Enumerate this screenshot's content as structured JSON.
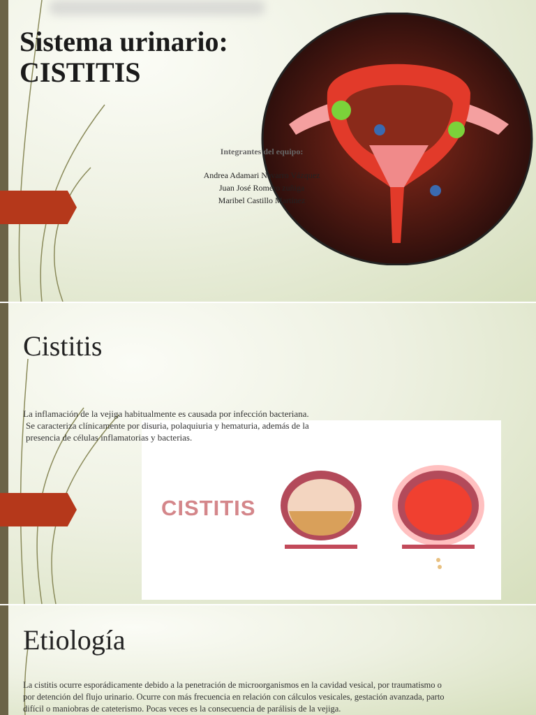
{
  "slide1": {
    "title_line1": "Sistema urinario:",
    "title_line2": "CISTITIS",
    "team_heading": "Integrantes del equipo:",
    "members": [
      "Andrea Adamari Navarro Vázquez",
      "Juan José Romero zuñiga",
      "Maribel Castillo Martínez"
    ]
  },
  "slide2": {
    "title": "Cistitis",
    "body": [
      "La inflamación de la vejiga habitualmente es causada por infección bacteriana.",
      "Se caracteriza clínicamente por disuria, polaquiuria y hematuria, además de la",
      "presencia de células inflamatorias y bacterias."
    ],
    "image_label": "CISTITIS"
  },
  "slide3": {
    "title": "Etiología",
    "body": [
      "La cistitis ocurre esporádicamente debido a la penetración de microorganismos en la cavidad vesical, por traumatismo o",
      "por detención del flujo urinario. Ocurre con más frecuencia en relación con cálculos vesicales, gestación avanzada, parto",
      "difícil o maniobras de cateterismo. Pocas veces es la consecuencia de parálisis de la vejiga."
    ]
  },
  "colors": {
    "accent": "#b5381b",
    "sidebar": "#6b6347"
  }
}
